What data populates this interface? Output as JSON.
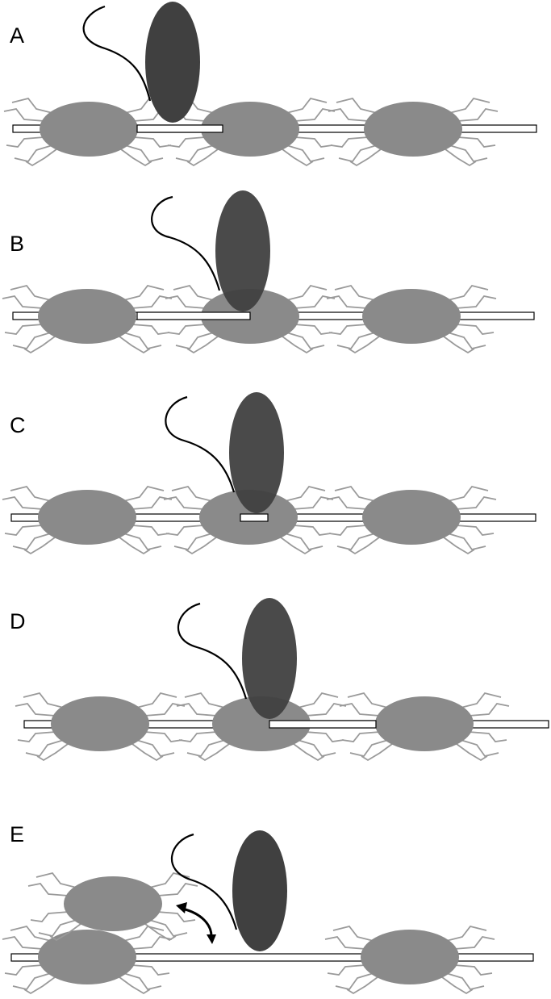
{
  "panels": [
    {
      "label": "A"
    },
    {
      "label": "B"
    },
    {
      "label": "C"
    },
    {
      "label": "D"
    },
    {
      "label": "E"
    }
  ],
  "colors": {
    "nucleosome": "#8a8a8a",
    "polymerase": "#404040",
    "tail": "#9a9a9a",
    "dna_fill": "#ffffff",
    "dna_stroke": "#000000",
    "rna": "#000000"
  }
}
